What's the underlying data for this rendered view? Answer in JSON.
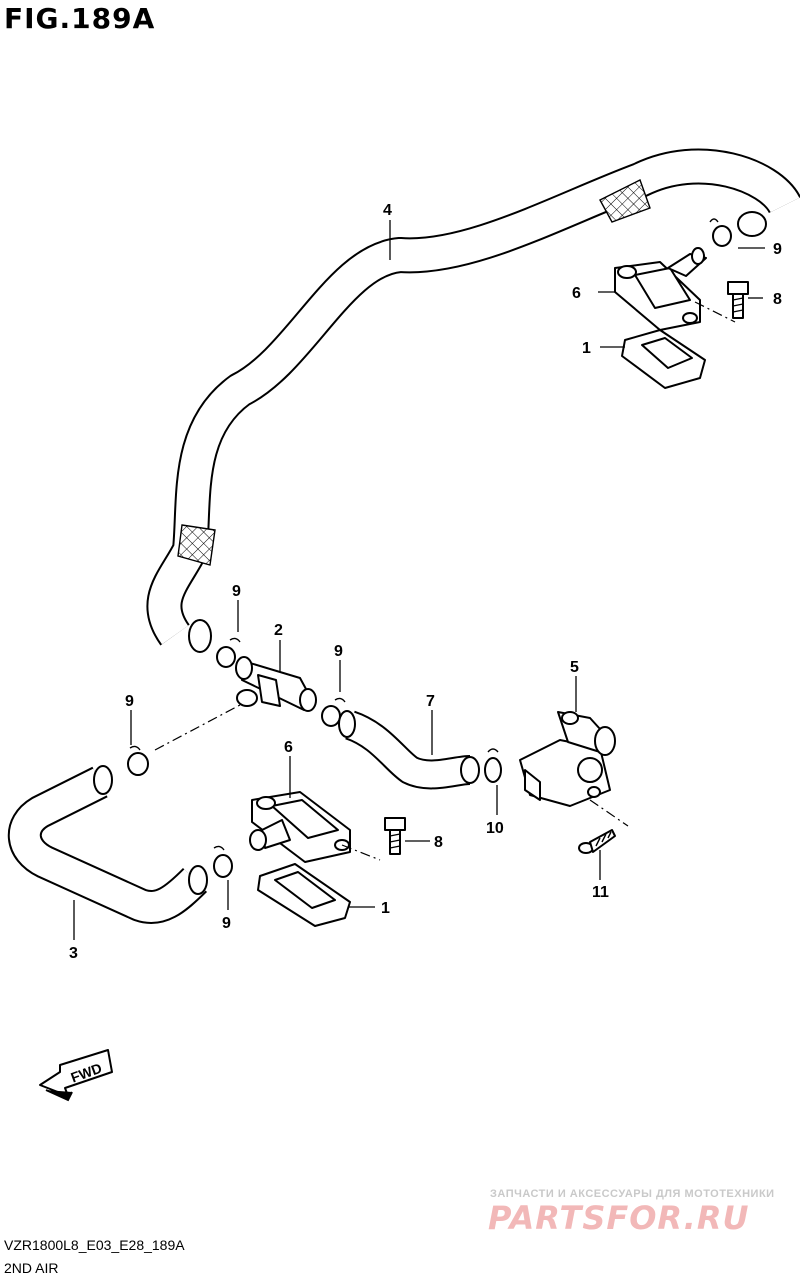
{
  "figure": {
    "title": "FIG.189A",
    "model_code": "VZR1800L8_E03_E28_189A",
    "section": "2ND AIR"
  },
  "fwd_label": "FWD",
  "watermark": {
    "tagline": "ЗАПЧАСТИ И АКСЕССУАРЫ ДЛЯ МОТОТЕХНИКИ",
    "brand": "PARTSFOR.RU"
  },
  "callouts": {
    "c1a": "1",
    "c1b": "1",
    "c2": "2",
    "c3": "3",
    "c4": "4",
    "c5": "5",
    "c6a": "6",
    "c6b": "6",
    "c7": "7",
    "c8a": "8",
    "c8b": "8",
    "c9a": "9",
    "c9b": "9",
    "c9c": "9",
    "c9d": "9",
    "c9e": "9",
    "c10": "10",
    "c11": "11"
  },
  "colors": {
    "line": "#000000",
    "watermark_logo": "#f2b8b8",
    "watermark_text": "#c9c9c9"
  }
}
